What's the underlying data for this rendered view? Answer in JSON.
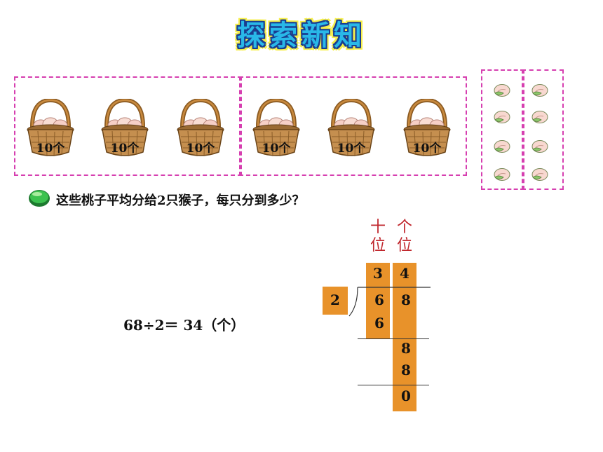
{
  "title": "探索新知",
  "baskets": [
    {
      "label": "10个"
    },
    {
      "label": "10个"
    },
    {
      "label": "10个"
    },
    {
      "label": "10个"
    },
    {
      "label": "10个"
    },
    {
      "label": "10个"
    }
  ],
  "question": {
    "before": "这些桃子平均分给",
    "number": "2",
    "after": "只猴子，每只分到多少？"
  },
  "places": {
    "tens": [
      "十",
      "位"
    ],
    "ones": [
      "个",
      "位"
    ]
  },
  "division": {
    "quotient": {
      "tens": "3",
      "ones": "4"
    },
    "divisor": "2",
    "dividend": {
      "tens": "6",
      "ones": "8"
    },
    "step1": "6",
    "bring_down": "8",
    "step2": "8",
    "remainder": "0"
  },
  "equation": "68÷2＝ 34（个）",
  "colors": {
    "dash": "#d63fb0",
    "orange": "#e8922a",
    "place_label": "#c0272d",
    "title_fill": "#29b8e8"
  }
}
